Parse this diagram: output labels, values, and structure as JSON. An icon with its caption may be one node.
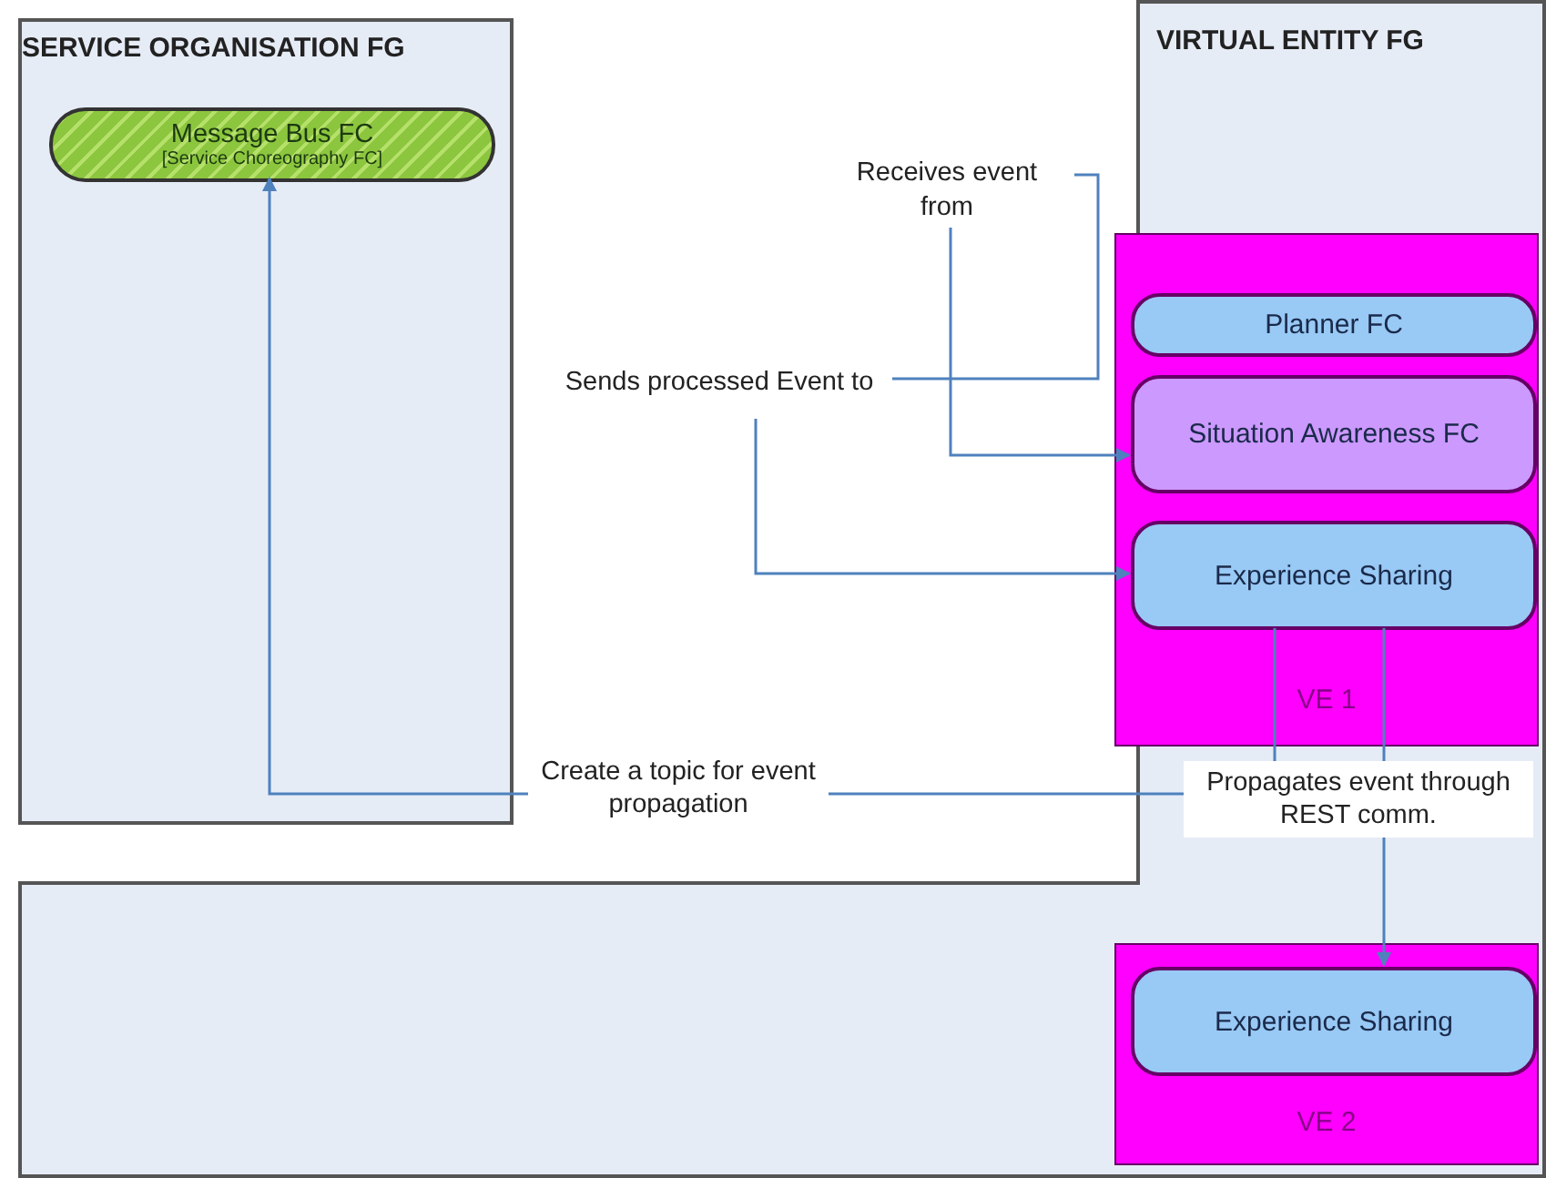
{
  "diagram": {
    "nodes": [
      {
        "text": [
          "SERVICE ORGANISATION FG"
        ]
      },
      {
        "text": [
          "Message Bus FC",
          "[Service Choreography FC]"
        ],
        "in": 0
      },
      {
        "text": [
          "VIRTUAL ENTITY FG"
        ]
      },
      {
        "text": [
          "VE 1"
        ],
        "in": 2
      },
      {
        "text": [
          "Planner FC"
        ],
        "in": 3
      },
      {
        "text": [
          "Situation Awareness FC"
        ],
        "in": 3
      },
      {
        "text": [
          "Experience Sharing"
        ],
        "in": 3
      },
      {
        "text": [
          "VE 2"
        ],
        "in": 2
      },
      {
        "text": [
          "Experience Sharing"
        ],
        "in": 7
      },
      {
        "text": [
          "Receives event from"
        ]
      },
      {
        "text": [
          "Sends processed Event to"
        ]
      },
      {
        "text": [
          "Create a topic for event propagation"
        ]
      },
      {
        "text": [
          "Propagates event through REST comm."
        ],
        "in": 2
      }
    ],
    "edges": [
      {
        "from": 9,
        "to": 5,
        "arrow": "to"
      },
      {
        "from": 10,
        "to": 9,
        "arrow": "none"
      },
      {
        "from": 10,
        "to": 6,
        "arrow": "to"
      },
      {
        "from": 11,
        "to": 1,
        "arrow": "to"
      },
      {
        "from": 11,
        "to": 12,
        "arrow": "none"
      },
      {
        "from": 12,
        "to": 6,
        "arrow": "none"
      },
      {
        "from": 12,
        "to": 6,
        "arrow": "none"
      },
      {
        "from": 12,
        "to": 8,
        "arrow": "to"
      }
    ]
  }
}
